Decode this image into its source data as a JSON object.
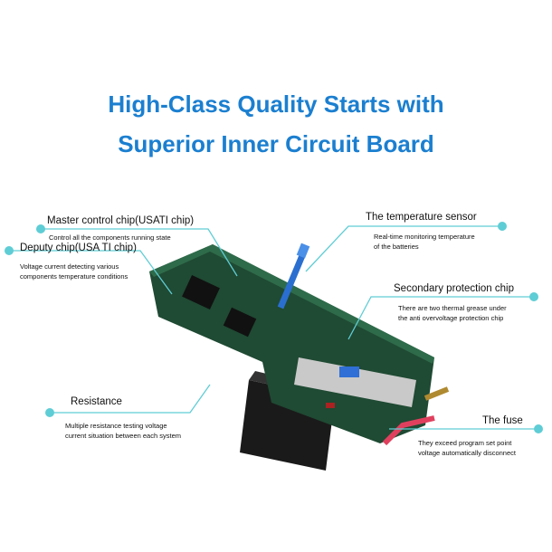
{
  "title": {
    "line1": "High-Class Quality Starts with",
    "line2": "Superior Inner Circuit Board"
  },
  "callouts": {
    "master": {
      "label": "Master control chip(USATI chip)",
      "desc": "Control all the components running state"
    },
    "deputy": {
      "label": "Deputy chip(USA TI chip)",
      "desc1": "Voltage current detecting various",
      "desc2": "components temperature conditions"
    },
    "temperature": {
      "label": "The temperature sensor",
      "desc1": "Real-time monitoring temperature",
      "desc2": "of the batteries"
    },
    "secondary": {
      "label": "Secondary protection chip",
      "desc1": "There are two thermal grease under",
      "desc2": "the anti overvoltage protection chip"
    },
    "resistance": {
      "label": "Resistance",
      "desc1": "Multiple resistance testing voltage",
      "desc2": "current situation between each system"
    },
    "fuse": {
      "label": "The fuse",
      "desc1": "They exceed program set point",
      "desc2": "voltage automatically disconnect"
    }
  },
  "colors": {
    "title": "#1b7fd0",
    "callout_line": "#5fcdd5",
    "board": "#1f4a33"
  }
}
